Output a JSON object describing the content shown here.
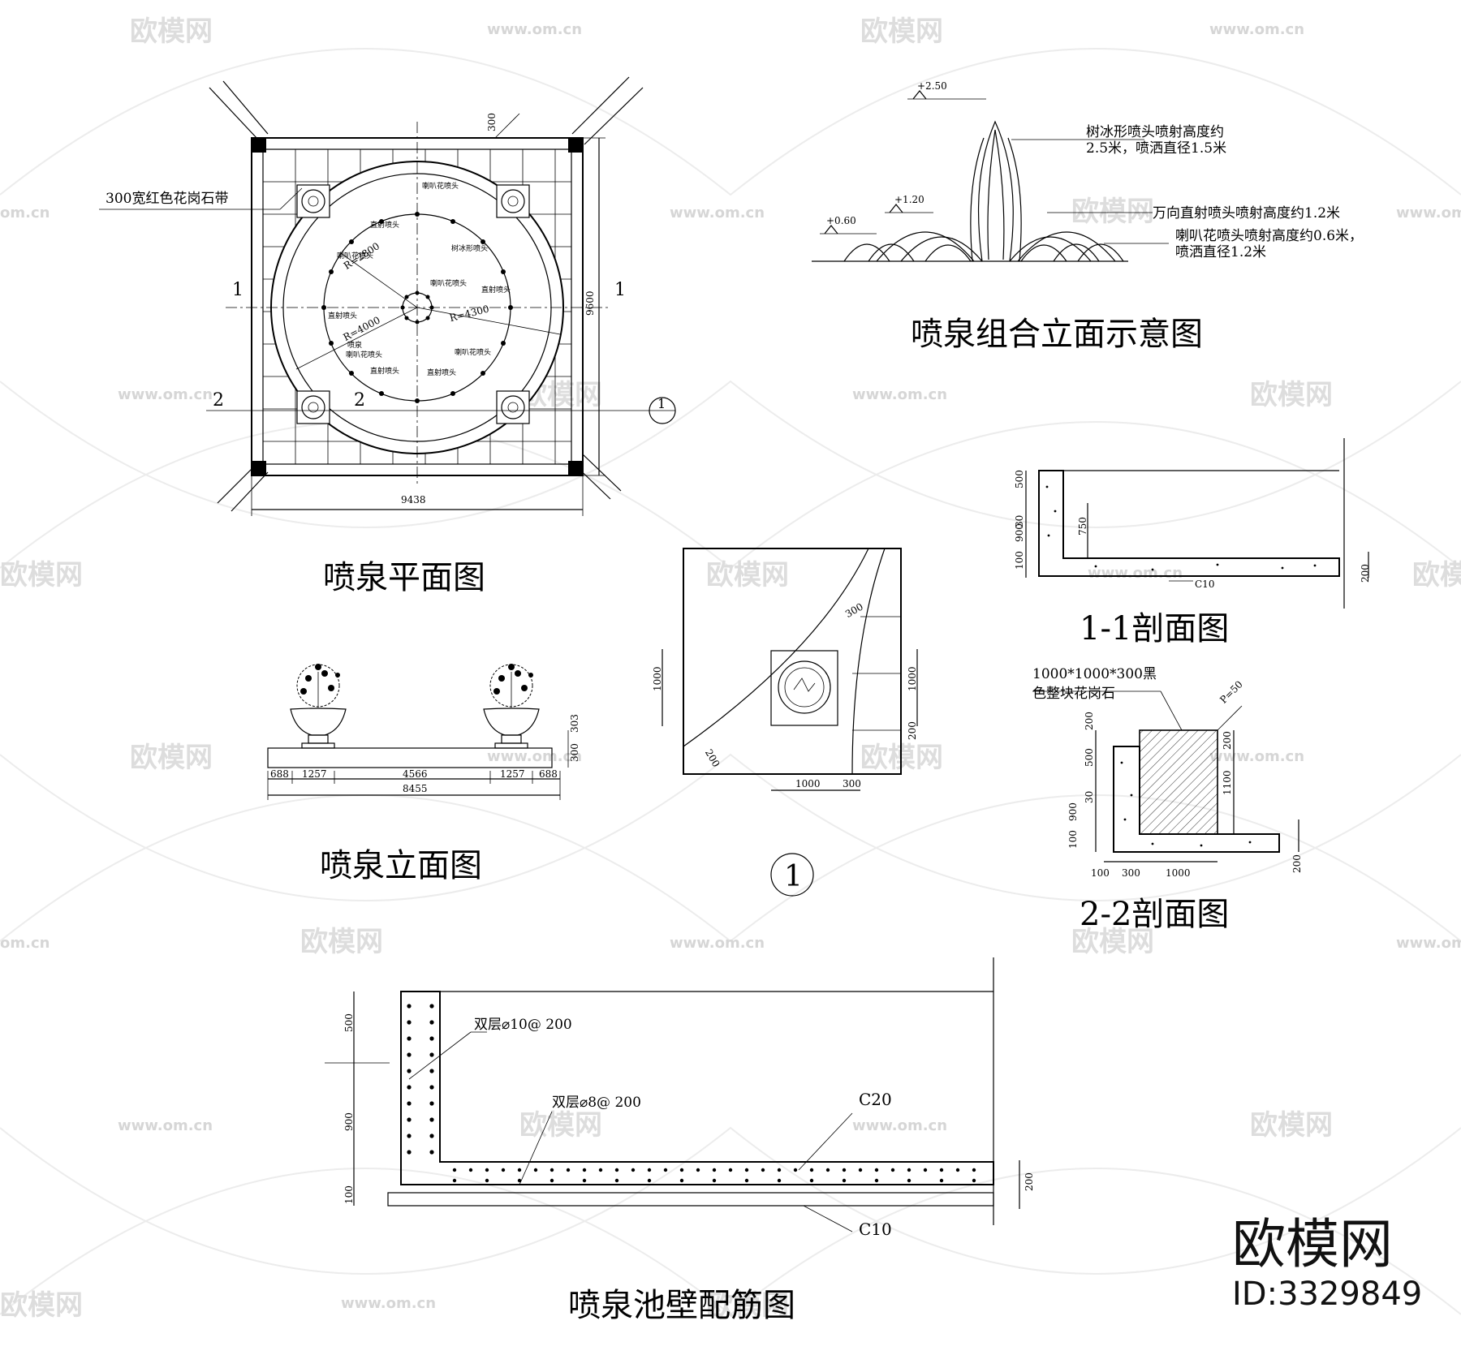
{
  "titles": {
    "plan": "喷泉平面图",
    "elevation": "喷泉立面图",
    "combo": "喷泉组合立面示意图",
    "sec11": "1-1剖面图",
    "sec22": "2-2剖面图",
    "rebar": "喷泉池壁配筋图",
    "detail_mark": "1"
  },
  "plan": {
    "granite_band": "300宽红色花岗石带",
    "width": "9438",
    "height": "9600",
    "edge": "300",
    "r1": "R=2800",
    "r2": "R=4000",
    "r3": "R=4300",
    "cut1": "1",
    "cut2": "2",
    "detail": "1",
    "labels": [
      "喇叭花喷头",
      "直射喷头",
      "喇叭花喷头",
      "树冰形喷头",
      "直射喷头",
      "直射喷头",
      "喷泉",
      "喇叭花喷头",
      "喇叭花喷头",
      "直射喷头",
      "直射喷头",
      "喇叭花喷头"
    ]
  },
  "combo": {
    "h1": "+2.50",
    "h2": "+1.20",
    "h3": "+0.60",
    "note1a": "树冰形喷头喷射高度约",
    "note1b": "2.5米，喷洒直径1.5米",
    "note2": "万向直射喷头喷射高度约1.2米",
    "note3a": "喇叭花喷头喷射高度约0.6米，",
    "note3b": "喷洒直径1.2米"
  },
  "elev": {
    "dims": [
      "688",
      "1257",
      "4566",
      "1257",
      "688"
    ],
    "total": "8455",
    "h1": "303",
    "h2": "300"
  },
  "detail1": {
    "d1000a": "1000",
    "d1000b": "1000",
    "d1000c": "1000",
    "d300a": "300",
    "d300b": "300",
    "d200a": "200",
    "d200b": "200"
  },
  "sec11": {
    "d500": "500",
    "d30": "30",
    "d900": "900",
    "d750": "750",
    "d100": "100",
    "d200": "200",
    "conc": "C10"
  },
  "sec22": {
    "notea": "1000*1000*300黑",
    "noteb": "色整块花岗石",
    "slope": "P=50",
    "d200": "200",
    "d500": "500",
    "d30": "30",
    "d900": "900",
    "d100": "100",
    "d200r": "200",
    "d1100": "1100",
    "d100b": "100",
    "d300b": "300",
    "d1000b": "1000",
    "d200b": "200"
  },
  "rebar": {
    "r1": "双层⌀10@ 200",
    "r2": "双层⌀8@ 200",
    "c20": "C20",
    "c10": "C10",
    "d500": "500",
    "d900": "900",
    "d100": "100",
    "d200": "200"
  },
  "watermark": {
    "brand": "欧模网",
    "url": "www.om.cn",
    "url2": "om.cn"
  },
  "brand": {
    "name": "欧模网",
    "id": "ID:3329849"
  }
}
